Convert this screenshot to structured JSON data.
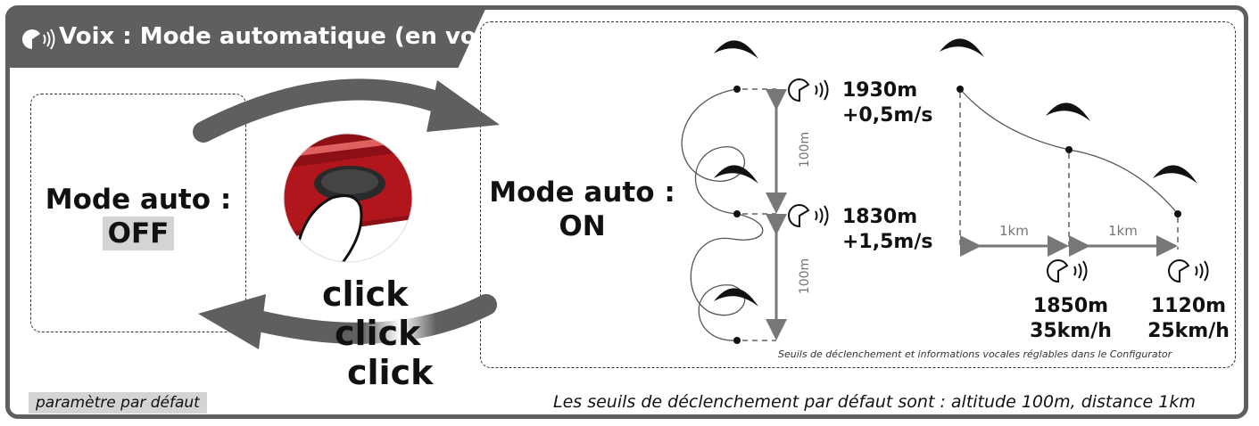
{
  "title": "Voix : Mode automatique (en vol)",
  "off_panel": {
    "label": "Mode auto :",
    "value": "OFF"
  },
  "on_panel": {
    "label": "Mode auto :",
    "value": "ON"
  },
  "click_words": [
    "click",
    "click",
    "click"
  ],
  "altitude_example": {
    "interval_labels": [
      "100m",
      "100m"
    ],
    "readings": [
      {
        "altitude": "1930m",
        "vario": "+0,5m/s"
      },
      {
        "altitude": "1830m",
        "vario": "+1,5m/s"
      }
    ]
  },
  "distance_example": {
    "interval_labels": [
      "1km",
      "1km"
    ],
    "readings": [
      {
        "altitude": "1850m",
        "speed": "35km/h"
      },
      {
        "altitude": "1120m",
        "speed": "25km/h"
      }
    ]
  },
  "footnote": "Seuils de déclenchement et informations vocales réglables dans le Configurator",
  "default_badge": "paramètre par défaut",
  "bottom_note": "Les seuils de déclenchement par défaut sont : altitude 100m, distance 1km",
  "colors": {
    "frame": "#5f5f5f",
    "badge": "#d4d4d4",
    "accent_red": "#b0161c"
  },
  "icons": [
    "speaker-icon",
    "paraglider-icon",
    "arrow-right-icon",
    "arrow-left-icon",
    "button-press-icon"
  ]
}
